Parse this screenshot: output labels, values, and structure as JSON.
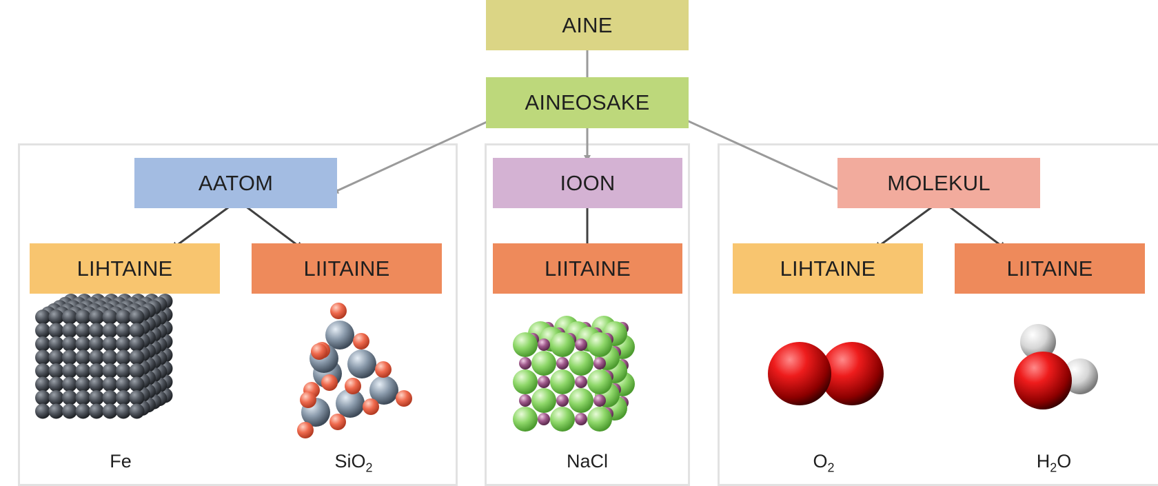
{
  "colors": {
    "aine": "#dbd585",
    "aineosake": "#bdd87b",
    "aatom": "#a3bce2",
    "ioon": "#d4b2d3",
    "molekul": "#f2ab9d",
    "lihtaine": "#f8c56f",
    "liitaine": "#ee8a5b",
    "arrow_gray": "#9a9a9a",
    "arrow_dark": "#404040",
    "panel_border": "#e2e2e2"
  },
  "nodes": {
    "aine": "AINE",
    "aineosake": "AINEOSAKE",
    "aatom": "AATOM",
    "ioon": "IOON",
    "molekul": "MOLEKUL",
    "aatom_lihtaine": "LIHTAINE",
    "aatom_liitaine": "LIITAINE",
    "ioon_liitaine": "LIITAINE",
    "molekul_lihtaine": "LIHTAINE",
    "molekul_liitaine": "LIITAINE"
  },
  "captions": {
    "fe": "Fe",
    "sio2_base": "SiO",
    "sio2_sub": "2",
    "nacl": "NaCl",
    "o2_base": "O",
    "o2_sub": "2",
    "h2o_h": "H",
    "h2o_sub": "2",
    "h2o_o": "O"
  },
  "images": {
    "fe": "iron-lattice",
    "sio2": "silica-structure",
    "nacl": "salt-crystal",
    "o2": "oxygen-molecule",
    "h2o": "water-molecule"
  }
}
